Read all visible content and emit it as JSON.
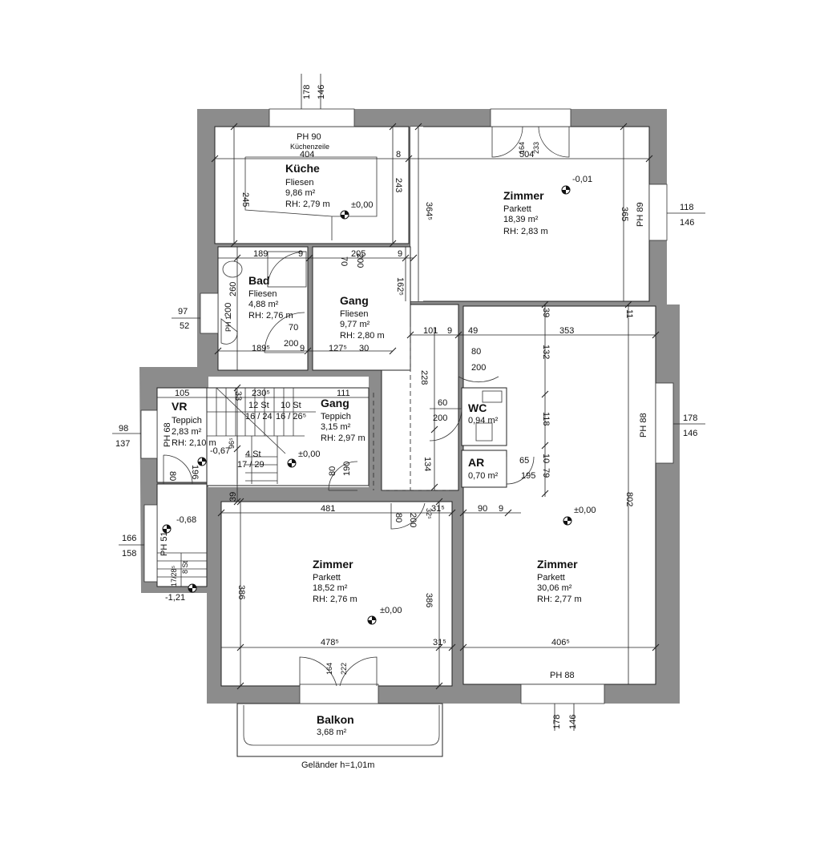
{
  "rooms": {
    "kueche": {
      "name": "Küche",
      "floor": "Fliesen",
      "area": "9,86 m²",
      "rh": "RH: 2,79 m",
      "note": "Küchenzeile"
    },
    "bad": {
      "name": "Bad",
      "floor": "Fliesen",
      "area": "4,88 m²",
      "rh": "RH: 2,76 m"
    },
    "gang1": {
      "name": "Gang",
      "floor": "Fliesen",
      "area": "9,77 m²",
      "rh": "RH: 2,80 m"
    },
    "zimmer_ne": {
      "name": "Zimmer",
      "floor": "Parkett",
      "area": "18,39 m²",
      "rh": "RH: 2,83 m"
    },
    "vr": {
      "name": "VR",
      "floor": "Teppich",
      "area": "2,83 m²",
      "rh": "RH: 2,10 m"
    },
    "gang2": {
      "name": "Gang",
      "floor": "Teppich",
      "area": "3,15 m²",
      "rh": "RH: 2,97 m"
    },
    "wc": {
      "name": "WC",
      "area": "0,94 m²"
    },
    "ar": {
      "name": "AR",
      "area": "0,70 m²"
    },
    "zimmer_sw": {
      "name": "Zimmer",
      "floor": "Parkett",
      "area": "18,52 m²",
      "rh": "RH: 2,76 m"
    },
    "zimmer_se": {
      "name": "Zimmer",
      "floor": "Parkett",
      "area": "30,06 m²",
      "rh": "RH: 2,77 m"
    },
    "balkon": {
      "name": "Balkon",
      "area": "3,68 m²",
      "railing": "Geländer h=1,01m"
    }
  },
  "levels": {
    "kueche": "±0,00",
    "zimmer_ne": "-0,01",
    "gang2": "±0,00",
    "vr": "-0,67",
    "landing": "-0,68",
    "entry": "-1,21",
    "zimmer_se": "±0,00",
    "zimmer_sw": "±0,00"
  },
  "parapets": {
    "kueche_top": "PH 90",
    "zimmer_ne_right": "PH 89",
    "bad_left": "PH 1",
    "zimmer_se_right": "PH 88",
    "vr_left": "PH 68",
    "entry_left": "PH 51",
    "zimmer_se_bottom": "PH 88"
  },
  "stairs": {
    "upper_a": "12 St",
    "upper_a_ratio": "16 / 24",
    "upper_b": "10 St",
    "upper_b_ratio": "16 / 26⁵",
    "lower": "4 St",
    "lower_ratio": "17 / 29",
    "entry": "8 St",
    "entry_ratio": "17/28⁵"
  },
  "window_dims": {
    "top_kueche_a": "178",
    "top_kueche_b": "146",
    "right_ne_a": "118",
    "right_ne_b": "146",
    "left_bad_a": "97",
    "left_bad_b": "52",
    "right_se_a": "178",
    "right_se_b": "146",
    "left_vr_a": "98",
    "left_vr_b": "137",
    "left_entry_a": "166",
    "left_entry_b": "158",
    "bottom_se_a": "178",
    "bottom_se_b": "146"
  },
  "dims": {
    "k_w": "404",
    "k_8": "8",
    "k_245": "245",
    "k_243": "243",
    "ne_w": "504",
    "ne_h": "364⁵",
    "ne_365": "365",
    "ne_door_a": "164",
    "ne_door_b": "233",
    "bad_189": "189",
    "bad_9a": "9",
    "g_205": "205",
    "g_9b": "9",
    "g_70a": "70",
    "g_200a": "200",
    "g_162": "162⁵",
    "bad_260": "260",
    "bad_200": "200",
    "bad_70": "70",
    "bad_200d": "200",
    "bad_1895": "189⁵",
    "bad_9c": "9",
    "g_1275": "127⁵",
    "g_30": "30",
    "c_101": "101",
    "c_9": "9",
    "c_49": "49",
    "c_353": "353",
    "c_39": "39",
    "c_11": "11",
    "c_80": "80",
    "c_200e": "200",
    "c_228": "228",
    "c_132": "132",
    "c_60": "60",
    "c_200f": "200",
    "c_118": "118",
    "c_65": "65",
    "c_195": "195",
    "c_10": "10",
    "c_79": "79",
    "c_134": "134",
    "vr_105": "105",
    "g2_2305": "230⁵",
    "g2_111": "111",
    "g2_33": "33",
    "g2_965": "96⁵",
    "vr_80": "80",
    "vr_196": "196",
    "g2_80": "80",
    "g2_190": "190",
    "sw_39": "39",
    "sw_481": "481",
    "sw_315a": "31⁵",
    "sw_80": "80",
    "sw_200": "200",
    "sw_325": "32⁵",
    "se_90": "90",
    "se_9": "9",
    "se_802": "802",
    "sw_386a": "386",
    "sw_386b": "386",
    "sw_4785": "478⁵",
    "sw_315b": "31⁵",
    "se_4065": "406⁵",
    "balk_164": "164",
    "balk_222": "222"
  }
}
